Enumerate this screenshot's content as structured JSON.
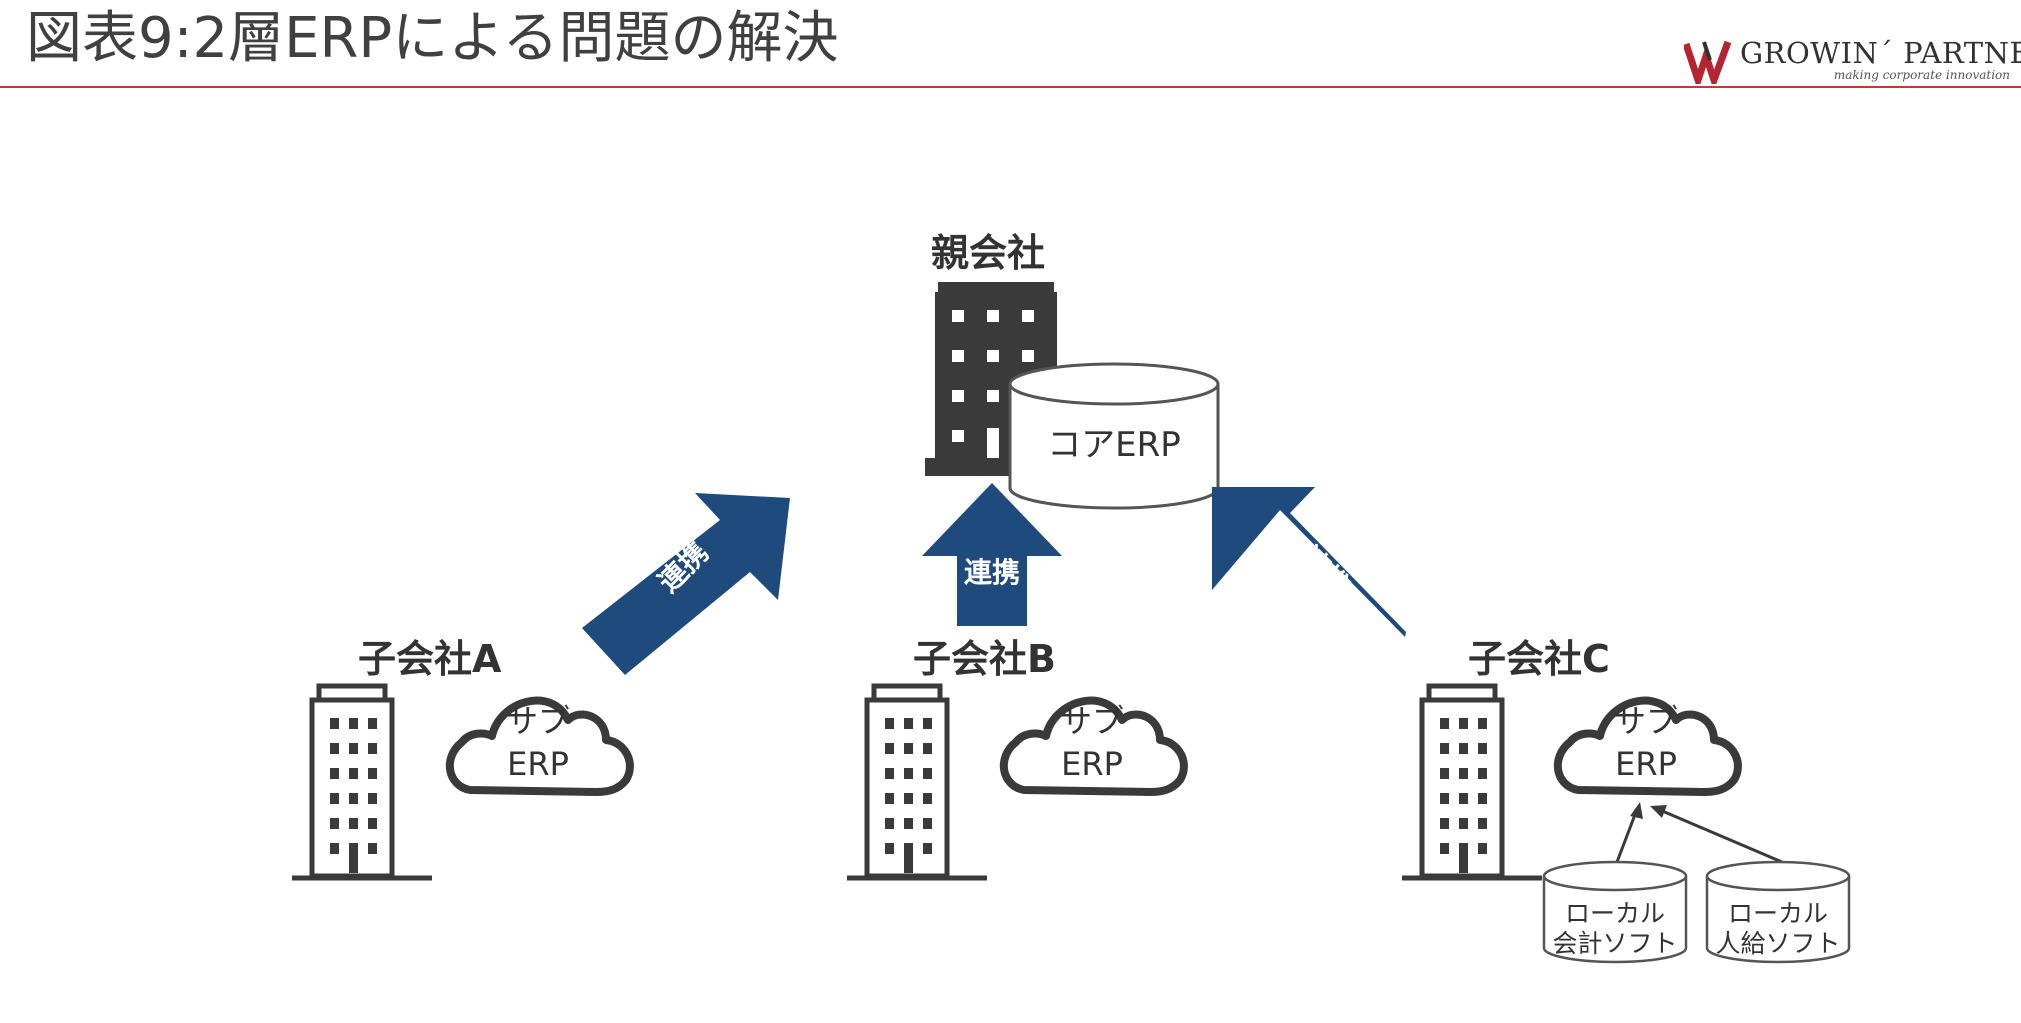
{
  "header": {
    "title": "図表9:2層ERPによる問題の解決",
    "logo_name": "GROWIN´ PARTNERS",
    "logo_tagline": "making corporate innovation"
  },
  "parent": {
    "label": "親会社",
    "erp": "コアERP"
  },
  "subsidiaries": [
    {
      "label": "子会社A",
      "cloud_line1": "サブ",
      "cloud_line2": "ERP"
    },
    {
      "label": "子会社B",
      "cloud_line1": "サブ",
      "cloud_line2": "ERP"
    },
    {
      "label": "子会社C",
      "cloud_line1": "サブ",
      "cloud_line2": "ERP"
    }
  ],
  "link_label": "連携",
  "local_systems": [
    {
      "line1": "ローカル",
      "line2": "会計ソフト"
    },
    {
      "line1": "ローカル",
      "line2": "人給ソフト"
    }
  ],
  "colors": {
    "arrow": "#1f4a7c",
    "rule": "#c0393b",
    "logo_red": "#b32530",
    "ink": "#3a3a3a"
  }
}
